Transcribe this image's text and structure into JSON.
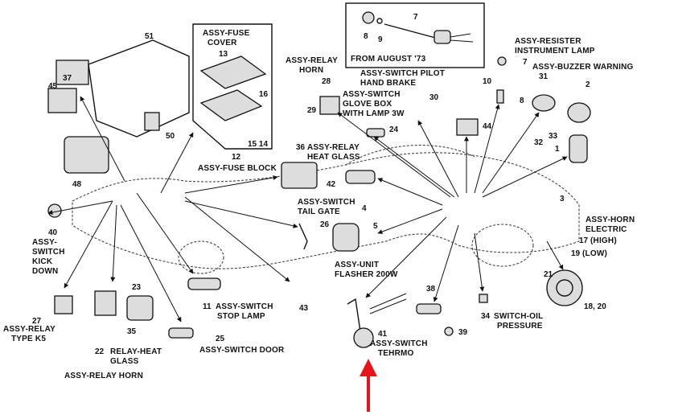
{
  "labels": {
    "fuse_cover": [
      "ASSY-FUSE",
      "COVER"
    ],
    "fuse_block": "ASSY-FUSE BLOCK",
    "from_august": "FROM AUGUST '73",
    "relay_horn_top": [
      "ASSY-RELAY",
      "HORN"
    ],
    "switch_pilot": [
      "ASSY-SWITCH PILOT",
      "HAND BRAKE"
    ],
    "switch_glove": [
      "ASSY-SWITCH",
      "GLOVE BOX",
      "WITH LAMP 3W"
    ],
    "relay_heat_glass": [
      "ASSY-RELAY",
      "HEAT GLASS"
    ],
    "switch_tail_gate": [
      "ASSY-SWITCH",
      "TAIL GATE"
    ],
    "unit_flasher": [
      "ASSY-UNIT",
      "FLASHER 200W"
    ],
    "resister": [
      "ASSY-RESISTER",
      "INSTRUMENT LAMP"
    ],
    "buzzer": "ASSY-BUZZER WARNING",
    "horn_electric": [
      "ASSY-HORN",
      "ELECTRIC",
      "(HIGH)",
      "(LOW)"
    ],
    "switch_kick": [
      "ASSY-",
      "SWITCH",
      "KICK",
      "DOWN"
    ],
    "relay_k5": [
      "ASSY-RELAY",
      "TYPE K5"
    ],
    "relay_horn_bottom": "ASSY-RELAY HORN",
    "relay_heat_bottom": [
      "RELAY-HEAT",
      "GLASS"
    ],
    "switch_stop": [
      "ASSY-SWITCH",
      "STOP LAMP"
    ],
    "switch_door": "ASSY-SWITCH DOOR",
    "switch_thermo": [
      "ASSY-SWITCH",
      "TEHRMO"
    ],
    "switch_oil": [
      "SWITCH-OIL",
      "PRESSURE"
    ]
  },
  "numbers": [
    "51",
    "37",
    "45",
    "50",
    "48",
    "40",
    "13",
    "16",
    "12",
    "15",
    "14",
    "7",
    "8",
    "9",
    "28",
    "29",
    "30",
    "24",
    "44",
    "36",
    "42",
    "26",
    "4",
    "5",
    "31",
    "2",
    "10",
    "32",
    "33",
    "1",
    "3",
    "17",
    "19",
    "21",
    "18, 20",
    "27",
    "23",
    "22",
    "35",
    "11",
    "25",
    "43",
    "41",
    "38",
    "39",
    "34"
  ],
  "annotation": {
    "arrow_color": "#e8141c",
    "highlighted_part": "41"
  }
}
